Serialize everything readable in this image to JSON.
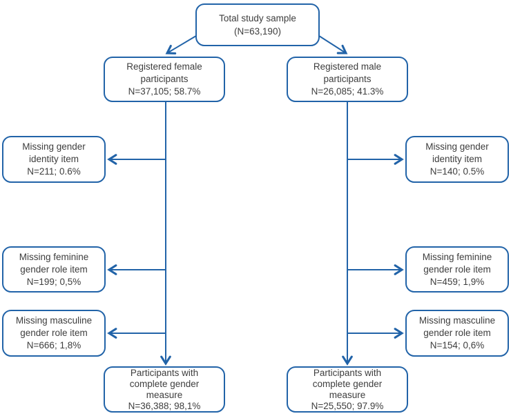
{
  "figure": {
    "type": "flowchart",
    "background": "#ffffff",
    "line_color": "#2163A8",
    "box_border_color": "#2163A8",
    "box_fill": "#ffffff",
    "text_color": "#3d3d3d",
    "nodes": {
      "total": {
        "lines": [
          "Total study sample",
          "(N=63,190)"
        ]
      },
      "female": {
        "lines": [
          "Registered female",
          "participants",
          "N=37,105; 58.7%"
        ]
      },
      "male": {
        "lines": [
          "Registered male",
          "participants",
          "N=26,085; 41.3%"
        ]
      },
      "female_missing_identity": {
        "lines": [
          "Missing gender",
          "identity item",
          "N=211; 0.6%"
        ]
      },
      "female_missing_feminine": {
        "lines": [
          "Missing feminine",
          "gender role item",
          "N=199; 0,5%"
        ]
      },
      "female_missing_masculine": {
        "lines": [
          "Missing masculine",
          "gender role item",
          "N=666; 1,8%"
        ]
      },
      "male_missing_identity": {
        "lines": [
          "Missing gender",
          "identity item",
          "N=140; 0.5%"
        ]
      },
      "male_missing_feminine": {
        "lines": [
          "Missing feminine",
          "gender role item",
          "N=459; 1,9%"
        ]
      },
      "male_missing_masculine": {
        "lines": [
          "Missing masculine",
          "gender role item",
          "N=154; 0,6%"
        ]
      },
      "female_complete": {
        "lines": [
          "Participants with",
          "complete gender",
          "measure",
          "N=36,388; 98,1%"
        ]
      },
      "male_complete": {
        "lines": [
          "Participants with",
          "complete gender",
          "measure",
          "N=25,550; 97.9%"
        ]
      }
    }
  }
}
